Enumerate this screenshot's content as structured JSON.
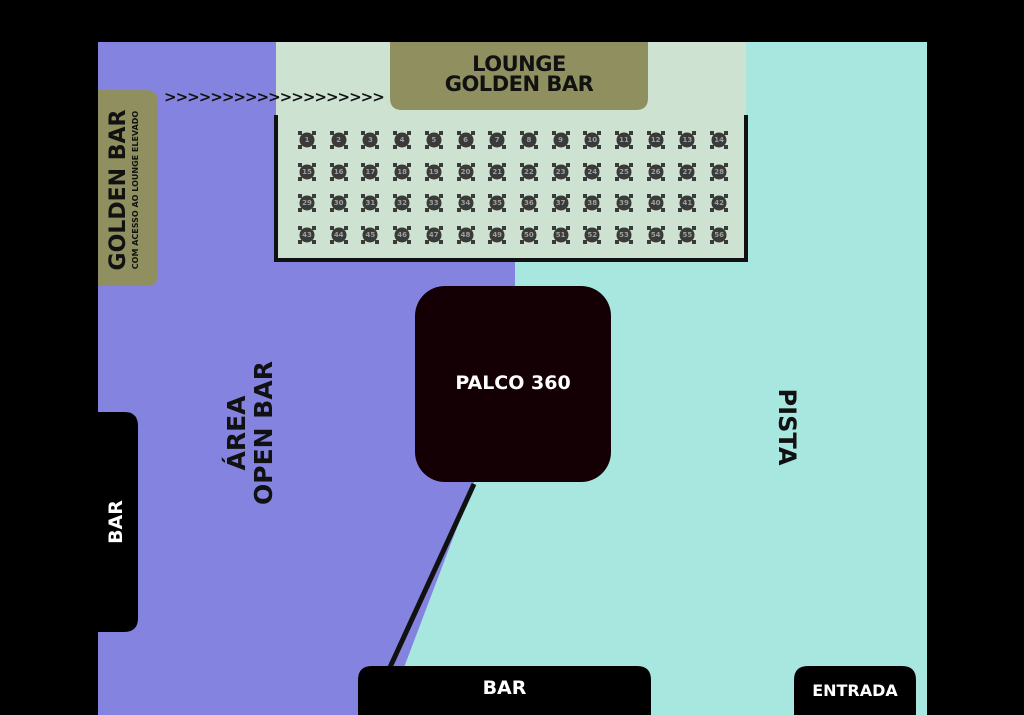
{
  "lounge": {
    "line1": "LOUNGE",
    "line2": "GOLDEN BAR"
  },
  "golden_bar": {
    "title": "GOLDEN BAR",
    "subtitle": "COM ACESSO AO LOUNGE ELEVADO"
  },
  "arrows": ">>>>>>>>>>>>>>>>>>>",
  "stage": {
    "label": "PALCO 360"
  },
  "open_bar": {
    "line1": "ÁREA",
    "line2": "OPEN BAR"
  },
  "pista": {
    "label": "PISTA"
  },
  "bar_left": {
    "label": "BAR"
  },
  "bar_bottom": {
    "label": "BAR"
  },
  "entrada": {
    "label": "ENTRADA"
  },
  "tables": {
    "rows": [
      [
        "1",
        "2",
        "3",
        "4",
        "5",
        "6",
        "7",
        "8",
        "9",
        "10",
        "11",
        "12",
        "13",
        "14"
      ],
      [
        "15",
        "16",
        "17",
        "18",
        "19",
        "20",
        "21",
        "22",
        "23",
        "24",
        "25",
        "26",
        "27",
        "28"
      ],
      [
        "29",
        "30",
        "31",
        "32",
        "33",
        "34",
        "35",
        "36",
        "37",
        "38",
        "39",
        "40",
        "41",
        "42"
      ],
      [
        "43",
        "44",
        "45",
        "46",
        "47",
        "48",
        "49",
        "50",
        "51",
        "52",
        "53",
        "54",
        "55",
        "56"
      ]
    ]
  },
  "colors": {
    "open_bar_area": "#8484e0",
    "pista_area": "#a8e6e0",
    "lounge_area": "#cde2d0",
    "golden": "#8f8f60",
    "stage": "#140004",
    "dark": "#000000"
  }
}
